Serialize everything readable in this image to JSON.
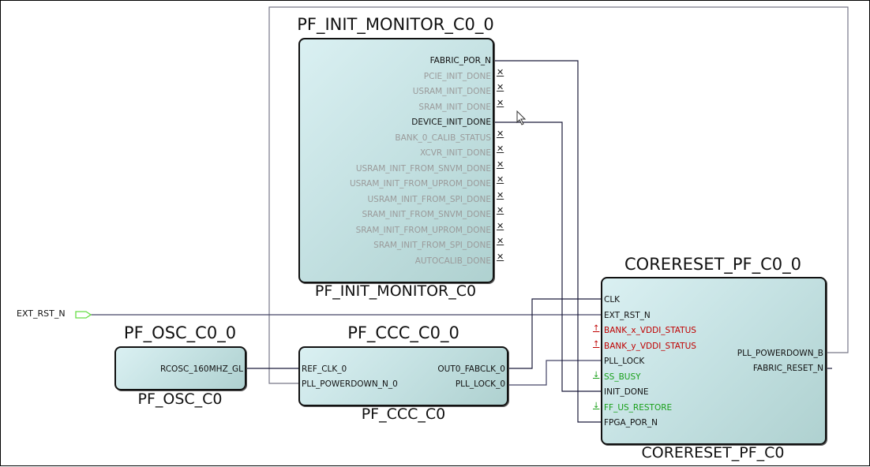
{
  "diagram": {
    "top_port": {
      "label": "EXT_RST_N",
      "icon": "input-port-icon",
      "color": "#66dd44"
    },
    "blocks": {
      "init_monitor": {
        "instance": "PF_INIT_MONITOR_C0_0",
        "component": "PF_INIT_MONITOR_C0",
        "pins": [
          {
            "label": "FABRIC_POR_N",
            "state": "connected"
          },
          {
            "label": "PCIE_INIT_DONE",
            "state": "unconnected"
          },
          {
            "label": "USRAM_INIT_DONE",
            "state": "unconnected"
          },
          {
            "label": "SRAM_INIT_DONE",
            "state": "unconnected"
          },
          {
            "label": "DEVICE_INIT_DONE",
            "state": "connected"
          },
          {
            "label": "BANK_0_CALIB_STATUS",
            "state": "unconnected"
          },
          {
            "label": "XCVR_INIT_DONE",
            "state": "unconnected"
          },
          {
            "label": "USRAM_INIT_FROM_SNVM_DONE",
            "state": "unconnected"
          },
          {
            "label": "USRAM_INIT_FROM_UPROM_DONE",
            "state": "unconnected"
          },
          {
            "label": "USRAM_INIT_FROM_SPI_DONE",
            "state": "unconnected"
          },
          {
            "label": "SRAM_INIT_FROM_SNVM_DONE",
            "state": "unconnected"
          },
          {
            "label": "SRAM_INIT_FROM_UPROM_DONE",
            "state": "unconnected"
          },
          {
            "label": "SRAM_INIT_FROM_SPI_DONE",
            "state": "unconnected"
          },
          {
            "label": "AUTOCALIB_DONE",
            "state": "unconnected"
          }
        ]
      },
      "osc": {
        "instance": "PF_OSC_C0_0",
        "component": "PF_OSC_C0",
        "outputs": [
          {
            "label": "RCOSC_160MHZ_GL"
          }
        ]
      },
      "ccc": {
        "instance": "PF_CCC_C0_0",
        "component": "PF_CCC_C0",
        "inputs": [
          {
            "label": "REF_CLK_0"
          },
          {
            "label": "PLL_POWERDOWN_N_0"
          }
        ],
        "outputs": [
          {
            "label": "OUT0_FABCLK_0"
          },
          {
            "label": "PLL_LOCK_0"
          }
        ]
      },
      "corereset": {
        "instance": "CORERESET_PF_C0_0",
        "component": "CORERESET_PF_C0",
        "inputs": [
          {
            "label": "CLK",
            "kind": "normal"
          },
          {
            "label": "EXT_RST_N",
            "kind": "normal"
          },
          {
            "label": "BANK_x_VDDI_STATUS",
            "kind": "tied-high"
          },
          {
            "label": "BANK_y_VDDI_STATUS",
            "kind": "tied-high"
          },
          {
            "label": "PLL_LOCK",
            "kind": "normal"
          },
          {
            "label": "SS_BUSY",
            "kind": "tied-low"
          },
          {
            "label": "INIT_DONE",
            "kind": "normal"
          },
          {
            "label": "FF_US_RESTORE",
            "kind": "tied-low"
          },
          {
            "label": "FPGA_POR_N",
            "kind": "normal"
          }
        ],
        "outputs": [
          {
            "label": "PLL_POWERDOWN_B"
          },
          {
            "label": "FABRIC_RESET_N"
          }
        ]
      }
    },
    "symbols": {
      "unconnected": "✕",
      "tied_high": "↑",
      "tied_low": "↓"
    },
    "colors": {
      "tied_high": "#c00000",
      "tied_low": "#1aa01a",
      "unconnected_text": "#9a9a9a",
      "wire": "#1a1a3a",
      "wire_gray": "#777788"
    }
  }
}
